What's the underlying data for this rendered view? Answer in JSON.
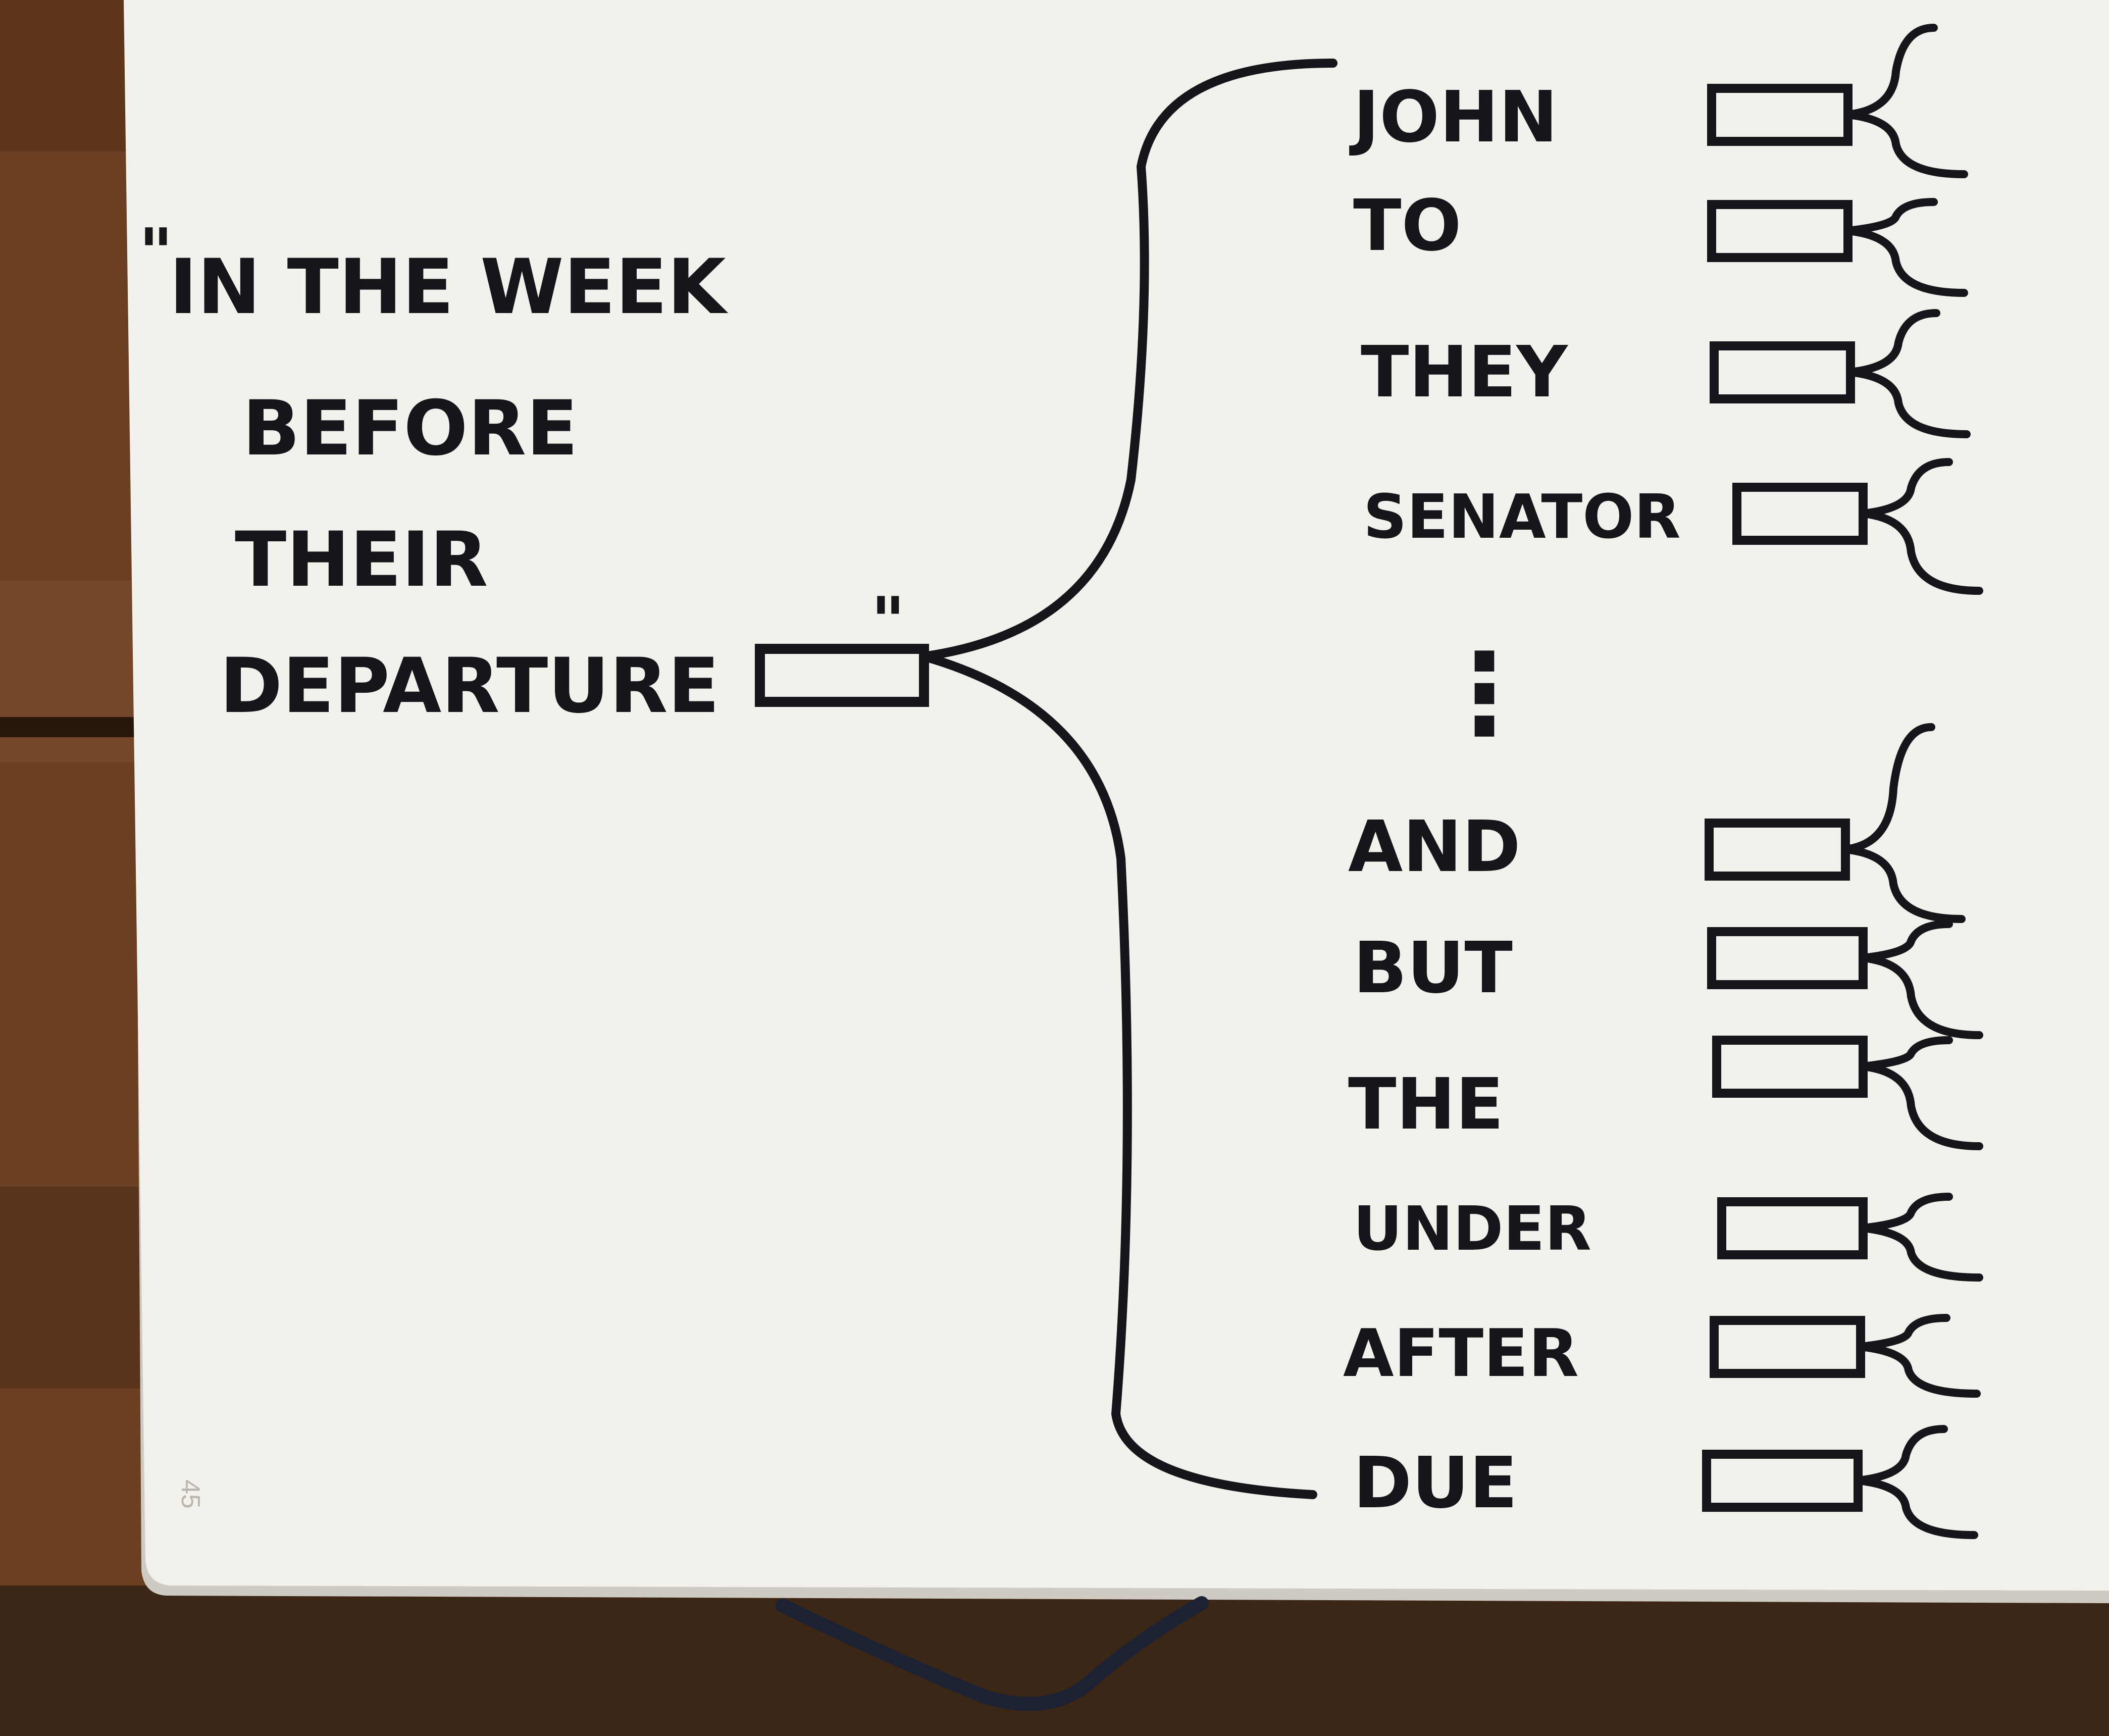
{
  "colors": {
    "ink": "#14161c",
    "paper": "#f3f1ec",
    "wood": "#6b3f22",
    "elastic": "#1c2233"
  },
  "prompt": {
    "open_quote": "\"",
    "lines": [
      "IN THE WEEK",
      "BEFORE",
      "THEIR",
      "DEPARTURE"
    ],
    "close_quote": "\""
  },
  "candidates": {
    "top": [
      "JOHN",
      "TO",
      "THEY",
      "SENATOR"
    ],
    "ellipsis": "⋮",
    "bottom": [
      "AND",
      "BUT",
      "THE",
      "UNDER",
      "AFTER",
      "DUE"
    ]
  },
  "page_number": "45"
}
